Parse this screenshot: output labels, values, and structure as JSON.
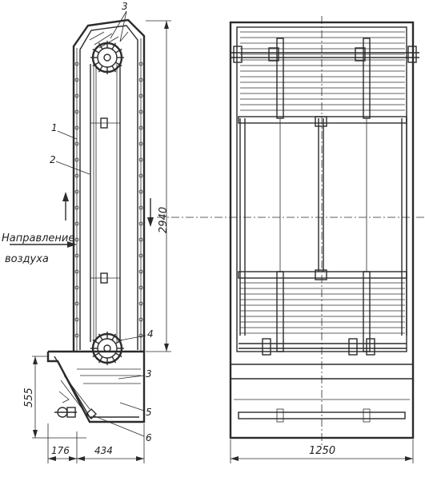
{
  "labels": {
    "air_direction_line1": "Направление",
    "air_direction_line2": "воздуха",
    "callout_1": "1",
    "callout_2": "2",
    "callout_3_top": "3",
    "callout_3_bottom": "3",
    "callout_4": "4",
    "callout_5": "5",
    "callout_6": "6"
  },
  "dimensions": {
    "height_total": "2940",
    "height_base": "555",
    "width_inlet": "176",
    "width_base": "434",
    "width_front": "1250"
  },
  "colors": {
    "ink": "#2b2b2b",
    "paper": "#ffffff"
  }
}
